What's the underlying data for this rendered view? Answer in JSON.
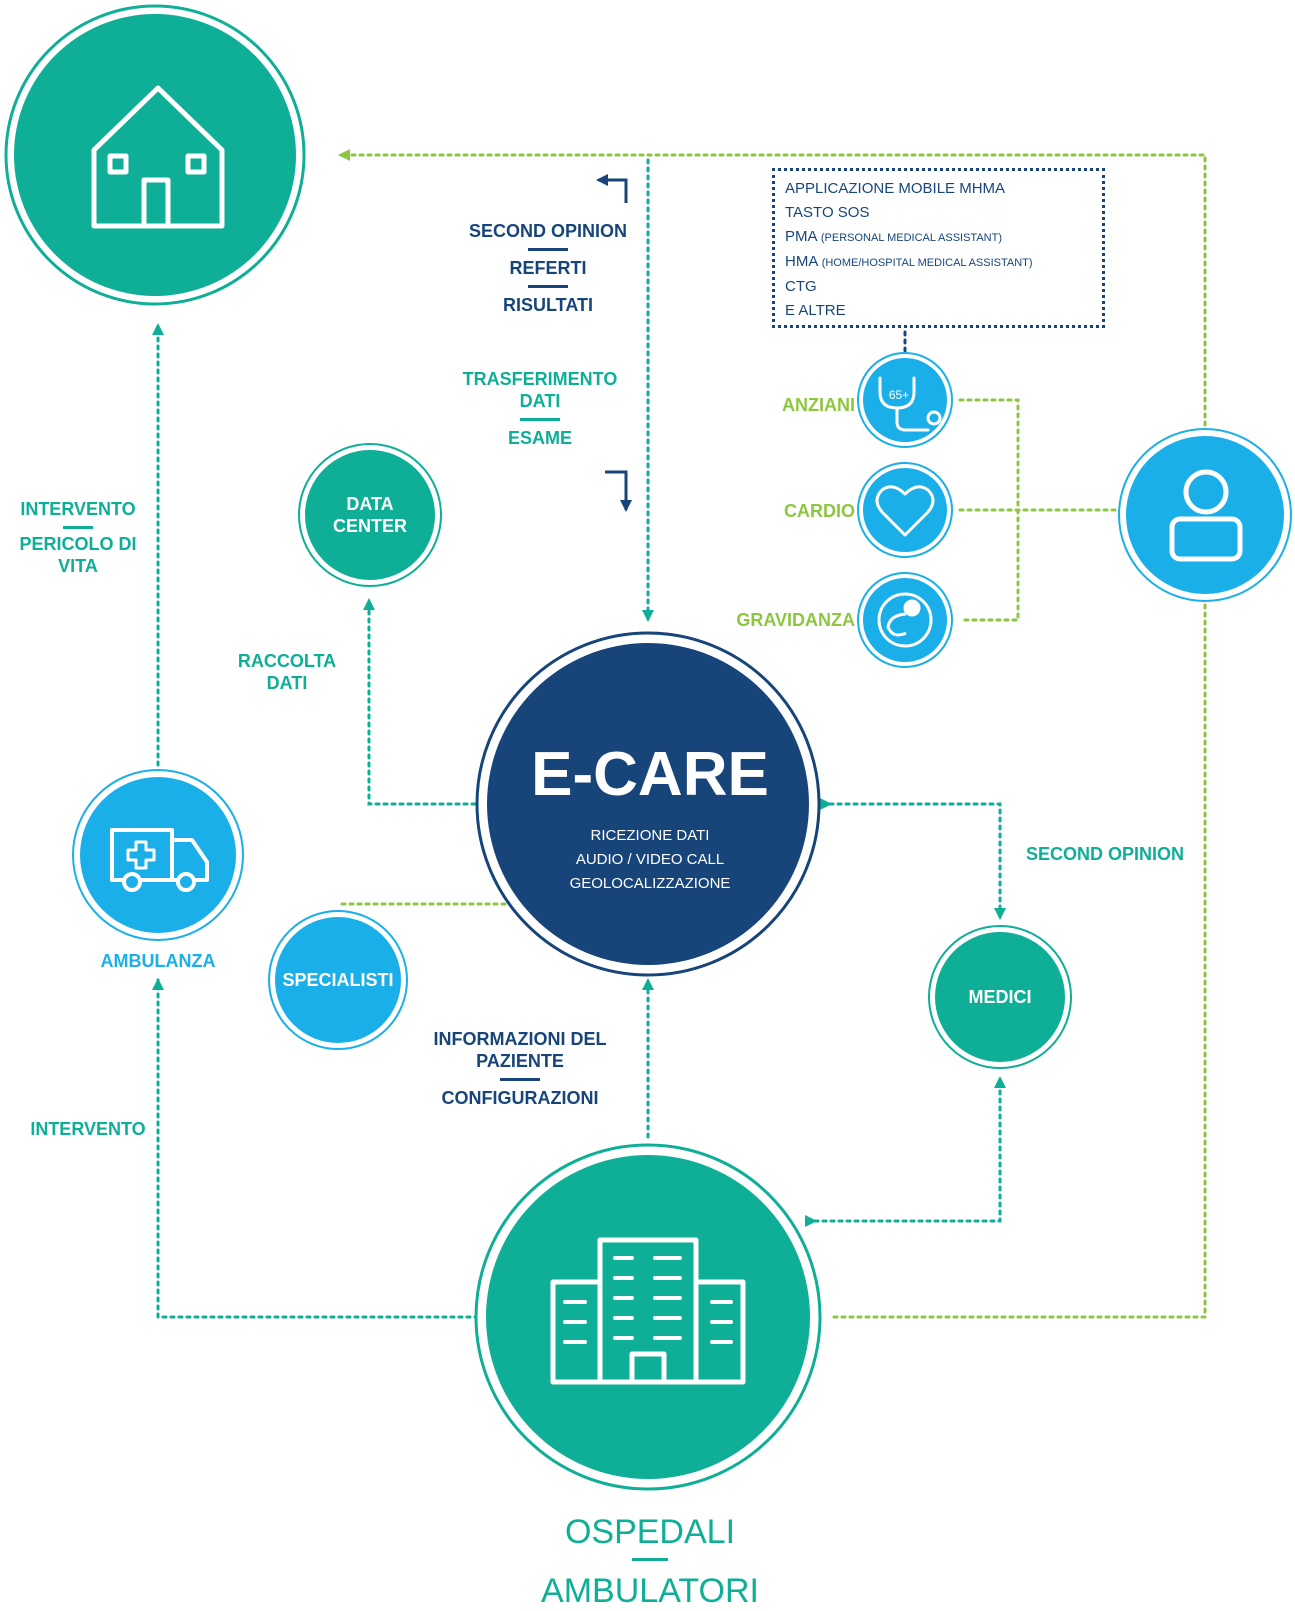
{
  "nodes": {
    "data_center": [
      "DATA",
      "CENTER"
    ],
    "specialisti": "SPECIALISTI",
    "medici": "MEDICI",
    "ambulanza": "AMBULANZA",
    "anziani": "ANZIANI",
    "cardio": "CARDIO",
    "gravidanza": "GRAVIDANZA",
    "ecare_title": "E-CARE",
    "ecare_features": [
      "RICEZIONE DATI",
      "AUDIO / VIDEO CALL",
      "GEOLOCALIZZAZIONE"
    ],
    "hospital_title": "OSPEDALI",
    "hospital_subtitle": "AMBULATORI"
  },
  "edges": {
    "home_feed": [
      "SECOND OPINION",
      "REFERTI",
      "RISULTATI"
    ],
    "to_ecare": [
      "TRASFERIMENTO",
      "DATI",
      "ESAME"
    ],
    "ambulance_to_home": [
      "INTERVENTO",
      "PERICOLO DI",
      "VITA"
    ],
    "to_data_center": [
      "RACCOLTA",
      "DATI"
    ],
    "medici_link": "SECOND OPINION",
    "hospital_to_ecare": [
      "INFORMAZIONI DEL",
      "PAZIENTE",
      "CONFIGURAZIONI"
    ],
    "hospital_to_ambulance": "INTERVENTO"
  },
  "devices": {
    "items": [
      "APPLICAZIONE MOBILE MHMA",
      "TASTO SOS",
      "PMA",
      "(PERSONAL MEDICAL ASSISTANT)",
      "HMA",
      "(HOME/HOSPITAL MEDICAL ASSISTANT)",
      "CTG",
      "E ALTRE"
    ]
  },
  "icons": {
    "home": "house-icon",
    "user": "person-icon",
    "ambulance": "ambulance-icon",
    "hospital": "hospital-building-icon",
    "elderly": "stethoscope-icon",
    "elderly_badge": "65+",
    "cardio": "heart-icon",
    "pregnancy": "fetus-icon"
  },
  "colors": {
    "teal": "#0fae96",
    "navy": "#17457a",
    "cyan": "#1bafea",
    "lime": "#8dc63f"
  }
}
